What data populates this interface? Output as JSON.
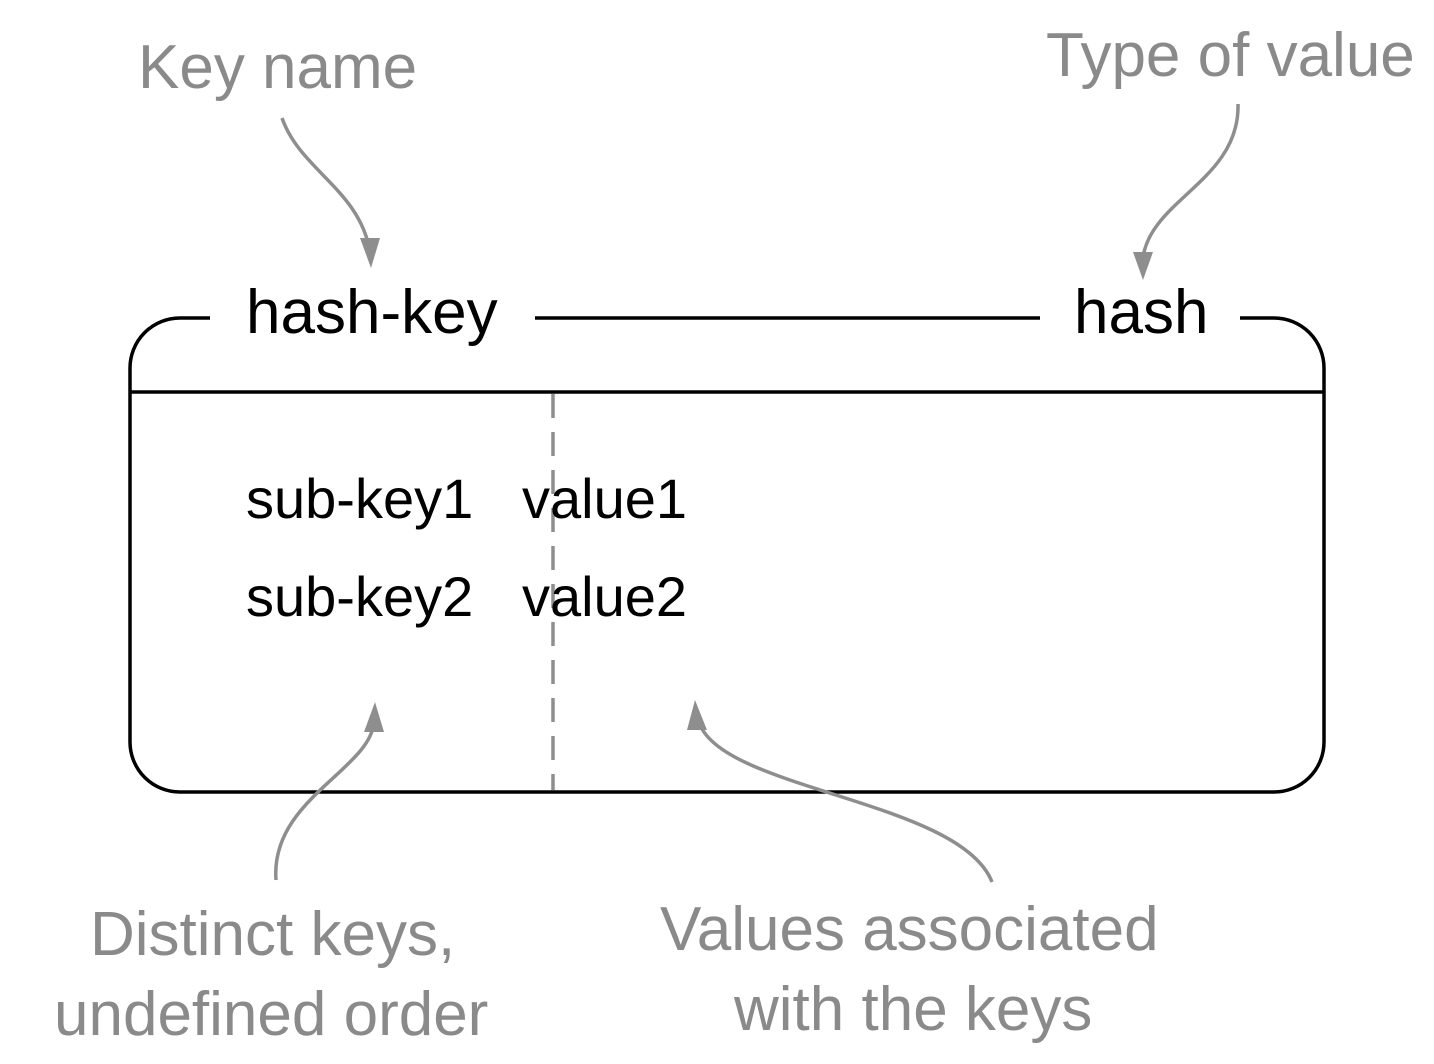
{
  "annotations": {
    "key_name": "Key name",
    "type_of_value": "Type of value",
    "distinct_keys_line1": "Distinct keys,",
    "distinct_keys_line2": "undefined order",
    "values_line1": "Values associated",
    "values_line2": "with the keys"
  },
  "box": {
    "key": "hash-key",
    "type": "hash",
    "rows": [
      {
        "sub_key": "sub-key1",
        "value": "value1"
      },
      {
        "sub_key": "sub-key2",
        "value": "value2"
      }
    ]
  },
  "colors": {
    "annotation": "#8a8a8a",
    "box": "#000000",
    "divider": "#8e8e8e"
  }
}
